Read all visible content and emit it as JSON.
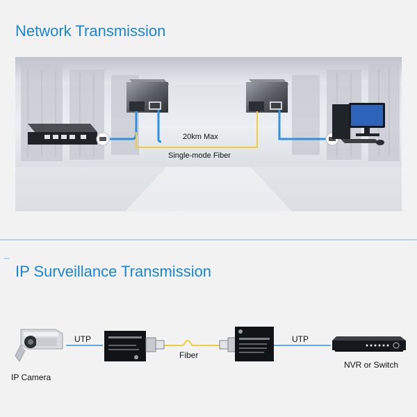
{
  "sections": {
    "network": {
      "title": "Network Transmission",
      "distance_label": "20km Max",
      "fiber_label": "Single-mode Fiber"
    },
    "surveillance": {
      "title": "IP Surveillance Transmission",
      "utp_left_label": "UTP",
      "utp_right_label": "UTP",
      "fiber_label": "Fiber",
      "camera_label": "IP Camera",
      "nvr_label": "NVR or Switch"
    }
  },
  "colors": {
    "title": "#1a86d0",
    "fiber": "#f2cc3a",
    "utp": "#2f8fe0",
    "divider": "#7fb6dd"
  }
}
